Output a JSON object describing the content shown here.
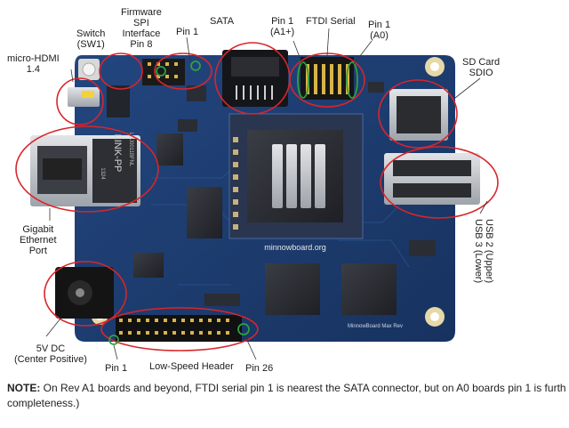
{
  "labels": {
    "micro_hdmi": [
      "micro-HDMI",
      "1.4"
    ],
    "switch": [
      "Switch",
      "(SW1)"
    ],
    "firmware": [
      "Firmware",
      "SPI",
      "Interface",
      "Pin 8"
    ],
    "pin1_top": "Pin 1",
    "sata": "SATA",
    "pin1_a1": [
      "Pin 1",
      "(A1+)"
    ],
    "ftdi": "FTDI Serial",
    "pin1_a0": [
      "Pin 1",
      "(A0)"
    ],
    "sd_card": [
      "SD Card",
      "SDIO"
    ],
    "gigabit": [
      "Gigabit",
      "Ethernet",
      "Port"
    ],
    "usb": [
      "USB 2 (Upper)",
      "USB 3 (Lower)"
    ],
    "dc": [
      "5V DC",
      "(Center Positive)"
    ],
    "pin1_bottom": "Pin 1",
    "low_speed": "Low-Speed Header",
    "pin26": "Pin 26"
  },
  "board_text": {
    "linkpp": "LINK-PP",
    "linkpp_sub1": "LPJ0011BFNL",
    "linkpp_sub2": "1324",
    "logo": "minnowboard.org",
    "silk": "MinnowBoard Max Rev"
  },
  "note": {
    "prefix": "NOTE:",
    "line1": " On Rev A1 boards and beyond, FTDI serial pin 1 is nearest the SATA connector, but on A0 boards pin 1 is furth",
    "line2": "completeness.)"
  },
  "colors": {
    "board": "#1d3b73",
    "callout": "#d8262b",
    "pin_marker": "#2ea043",
    "heatsink": "#c9cdd2"
  }
}
